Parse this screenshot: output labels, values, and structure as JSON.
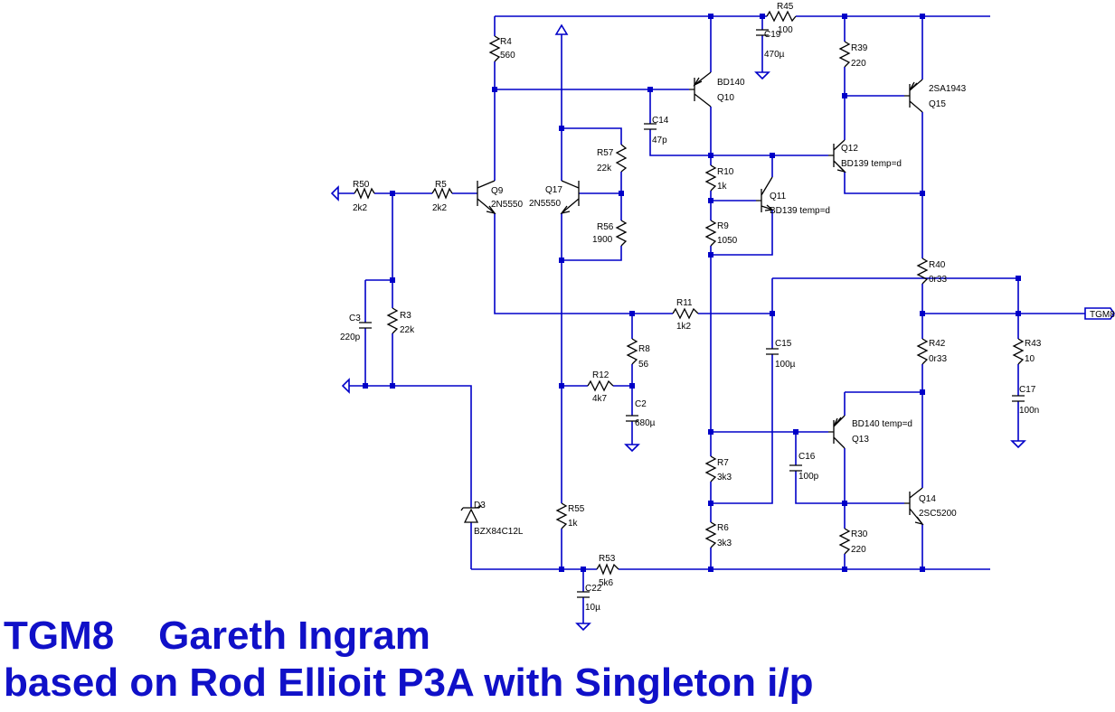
{
  "title": {
    "line1": "TGM8    Gareth Ingram",
    "line2": "based on Rod Ellioit P3A with Singleton i/p"
  },
  "colors": {
    "wire": "#0000c8",
    "part": "#000000",
    "title": "#1010c8"
  },
  "components": {
    "R4": {
      "ref": "R4",
      "value": "560"
    },
    "R45": {
      "ref": "R45",
      "value": "100"
    },
    "C19": {
      "ref": "C19",
      "value": "470µ"
    },
    "R39": {
      "ref": "R39",
      "value": "220"
    },
    "Q10": {
      "ref": "Q10",
      "value": "BD140"
    },
    "Q15": {
      "ref": "Q15",
      "value": "2SA1943"
    },
    "C14": {
      "ref": "C14",
      "value": "47p"
    },
    "R57": {
      "ref": "R57",
      "value": "22k"
    },
    "Q12": {
      "ref": "Q12",
      "value": "BD139 temp=d"
    },
    "R10": {
      "ref": "R10",
      "value": "1k"
    },
    "R50": {
      "ref": "R50",
      "value": "2k2"
    },
    "R5": {
      "ref": "R5",
      "value": "2k2"
    },
    "Q9": {
      "ref": "Q9",
      "value": "2N5550"
    },
    "Q17": {
      "ref": "Q17",
      "value": "2N5550"
    },
    "Q11": {
      "ref": "Q11",
      "value": "BD139 temp=d"
    },
    "R56": {
      "ref": "R56",
      "value": "1900"
    },
    "R9": {
      "ref": "R9",
      "value": "1050"
    },
    "R40": {
      "ref": "R40",
      "value": "0r33"
    },
    "C3": {
      "ref": "C3",
      "value": "220p"
    },
    "R3": {
      "ref": "R3",
      "value": "22k"
    },
    "R11": {
      "ref": "R11",
      "value": "1k2"
    },
    "R42": {
      "ref": "R42",
      "value": "0r33"
    },
    "R43": {
      "ref": "R43",
      "value": "10"
    },
    "C15": {
      "ref": "C15",
      "value": "100µ"
    },
    "R8": {
      "ref": "R8",
      "value": "56"
    },
    "R12": {
      "ref": "R12",
      "value": "4k7"
    },
    "C2": {
      "ref": "C2",
      "value": "680µ"
    },
    "C17": {
      "ref": "C17",
      "value": "100n"
    },
    "Q13": {
      "ref": "Q13",
      "value": "BD140 temp=d"
    },
    "C16": {
      "ref": "C16",
      "value": "100p"
    },
    "R7": {
      "ref": "R7",
      "value": "3k3"
    },
    "Q14": {
      "ref": "Q14",
      "value": "2SC5200"
    },
    "D3": {
      "ref": "D3",
      "value": "BZX84C12L"
    },
    "R55": {
      "ref": "R55",
      "value": "1k"
    },
    "R6": {
      "ref": "R6",
      "value": "3k3"
    },
    "R30": {
      "ref": "R30",
      "value": "220"
    },
    "R53": {
      "ref": "R53",
      "value": "5k6"
    },
    "C22": {
      "ref": "C22",
      "value": "10µ"
    }
  },
  "net_label": "TGM8"
}
